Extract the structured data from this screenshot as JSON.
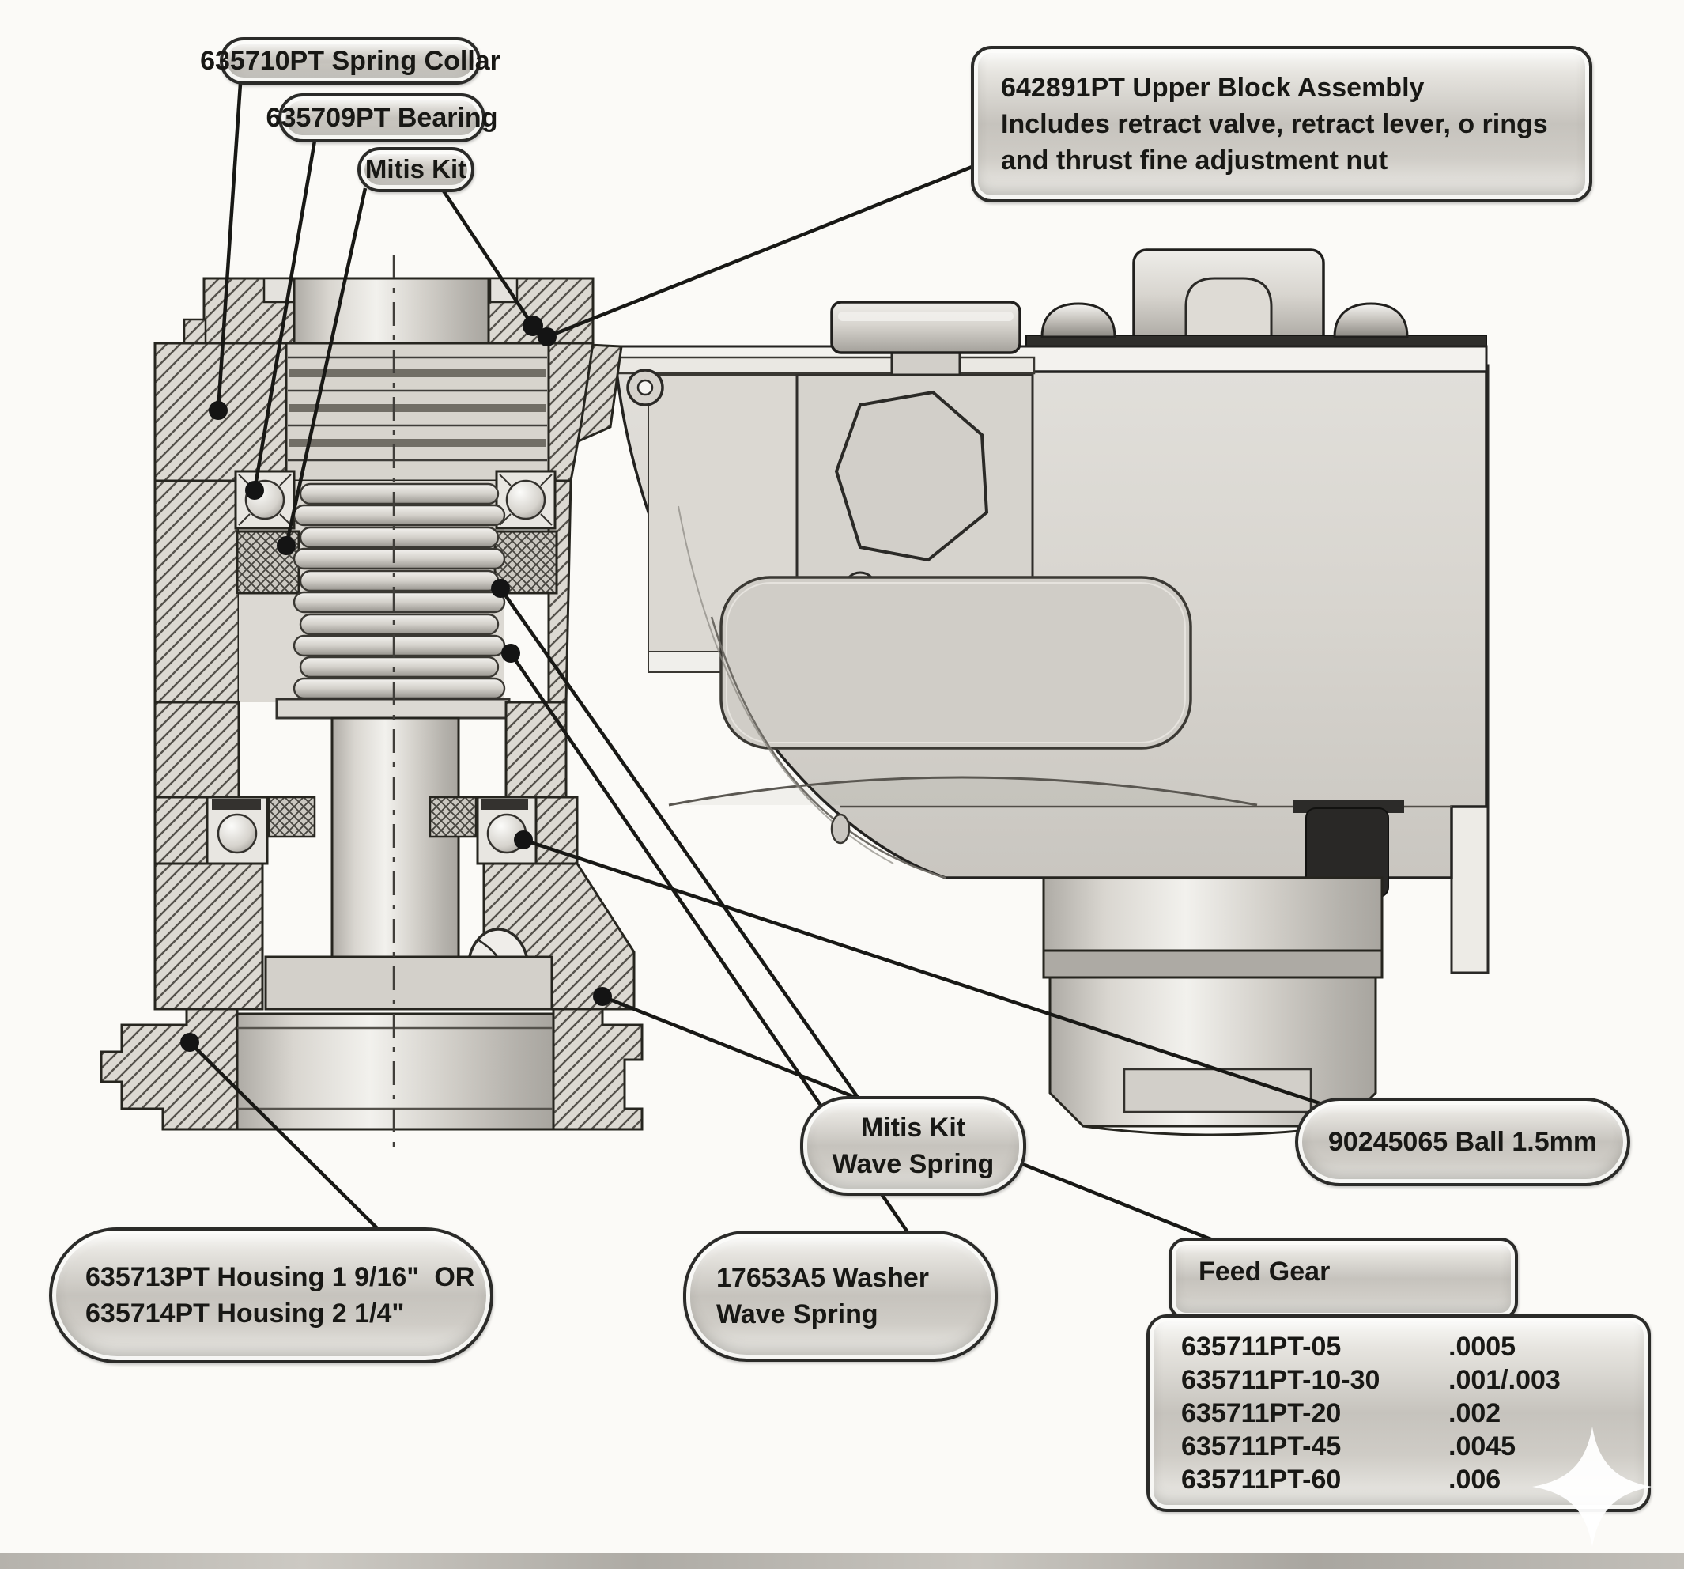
{
  "diagram_title_context": "drill feed unit exploded-view parts diagram",
  "colors": {
    "background": "#fbfaf7",
    "line_dark": "#1d1c1a",
    "hatch_base": "#dcd9d2",
    "metal_light": "#efeeea",
    "metal_mid": "#cfccc6",
    "black_part": "#2a2927",
    "tag_border": "#2b2b29"
  },
  "labels": {
    "spring_collar": "635710PT Spring Collar",
    "bearing": "635709PT Bearing",
    "mitis_kit": "Mitis Kit",
    "upper_block_line1": "642891PT Upper Block Assembly",
    "upper_block_line2": "Includes retract valve, retract lever, o rings",
    "upper_block_line3": "and thrust fine adjustment nut",
    "wave_spring_line1": "Mitis Kit",
    "wave_spring_line2": "Wave Spring",
    "ball": "90245065 Ball 1.5mm",
    "housing_line1": "635713PT Housing 1 9/16\"  OR",
    "housing_line2": "635714PT Housing 2 1/4\"",
    "washer_line1": "17653A5 Washer",
    "washer_line2": "Wave Spring",
    "feed_gear_title": "Feed Gear",
    "feed_gear_rows": [
      {
        "part": "635711PT-05",
        "value": ".0005"
      },
      {
        "part": "635711PT-10-30",
        "value": ".001/.003"
      },
      {
        "part": "635711PT-20",
        "value": ".002"
      },
      {
        "part": "635711PT-45",
        "value": ".0045"
      },
      {
        "part": "635711PT-60",
        "value": ".006"
      }
    ]
  }
}
